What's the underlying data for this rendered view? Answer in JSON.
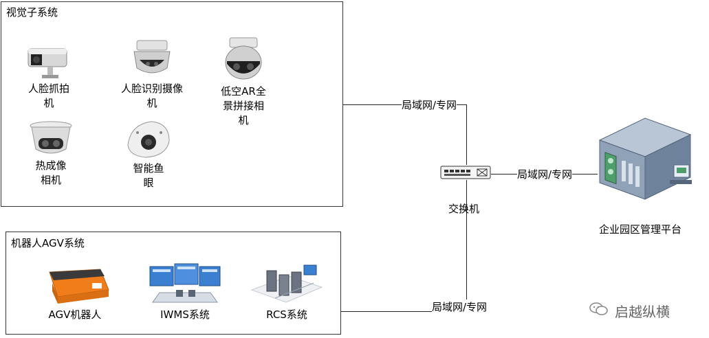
{
  "vision_system": {
    "title": "视觉子系统",
    "devices": [
      {
        "label_l1": "人脸抓拍",
        "label_l2": "机",
        "icon": "bullet-camera-icon"
      },
      {
        "label_l1": "人脸识别摄像",
        "label_l2": "机",
        "icon": "dome-camera-icon"
      },
      {
        "label_l1": "低空AR全",
        "label_l2": "景拼接相",
        "label_l3": "机",
        "icon": "panoramic-camera-icon"
      },
      {
        "label_l1": "热成像",
        "label_l2": "相机",
        "icon": "thermal-turret-camera-icon"
      },
      {
        "label_l1": "智能鱼",
        "label_l2": "眼",
        "icon": "fisheye-camera-icon"
      }
    ]
  },
  "robot_system": {
    "title": "机器人AGV系统",
    "devices": [
      {
        "label": "AGV机器人",
        "icon": "agv-robot-icon"
      },
      {
        "label": "IWMS系统",
        "icon": "iwms-screens-icon"
      },
      {
        "label": "RCS系统",
        "icon": "rcs-servers-icon"
      }
    ]
  },
  "network": {
    "link_top": "局域网/专网",
    "link_right": "局域网/专网",
    "link_bottom": "局域网/专网",
    "switch_label": "交换机"
  },
  "platform": {
    "label": "企业园区管理平台",
    "icon": "server-icon"
  },
  "watermark": {
    "text": "启越纵横",
    "icon": "wechat-icon"
  }
}
